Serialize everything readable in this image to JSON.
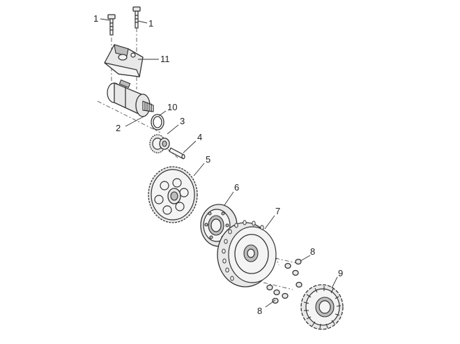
{
  "callouts": {
    "bolt_left": "1",
    "bolt_right": "1",
    "starter_motor": "2",
    "idle_gear": "3",
    "shaft": "4",
    "starter_driven_gear": "5",
    "one_way_clutch": "6",
    "flywheel_rotor": "7",
    "screws_upper": "8",
    "screws_lower": "8",
    "stator": "9",
    "o_ring": "10",
    "bracket": "11"
  }
}
